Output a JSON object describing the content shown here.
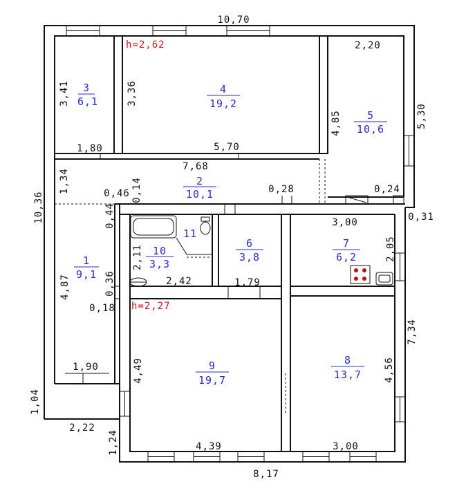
{
  "heights": {
    "upper": "h=2,62",
    "lower": "h=2,27"
  },
  "rooms": [
    {
      "num": "1",
      "area": "9,1"
    },
    {
      "num": "2",
      "area": "10,1"
    },
    {
      "num": "3",
      "area": "6,1"
    },
    {
      "num": "4",
      "area": "19,2"
    },
    {
      "num": "5",
      "area": "10,6"
    },
    {
      "num": "6",
      "area": "3,8"
    },
    {
      "num": "7",
      "area": "6,2"
    },
    {
      "num": "8",
      "area": "13,7"
    },
    {
      "num": "9",
      "area": "19,7"
    },
    {
      "num": "10",
      "area": "3,3"
    },
    {
      "num": "11",
      "area": ""
    }
  ],
  "dims": {
    "top_total": "10,70",
    "r5_width": "2,20",
    "r3_height": "3,41",
    "r4_left": "3,36",
    "r5_left": "4,85",
    "r5_right": "5,30",
    "r3_width": "1,80",
    "r4_width": "5,70",
    "corridor_len": "7,68",
    "corridor_h": "1,34",
    "d_046": "0,46",
    "d_014": "0,14",
    "d_044": "0,44",
    "d_028": "0,28",
    "d_024": "0,24",
    "d_031": "0,31",
    "left_total": "10,36",
    "r7_width": "3,00",
    "r7_height": "2,05",
    "r10_height": "2,11",
    "d_036": "0,36",
    "d_018": "0,18",
    "r10_width": "2,42",
    "r6_width": "1,79",
    "r1_height": "4,87",
    "right_lower": "7,34",
    "r1_width": "1,90",
    "r9_height": "4,49",
    "r8_height": "4,56",
    "porch_h": "1,04",
    "porch_w": "2,22",
    "left_bottom": "1,24",
    "r9_width": "4,39",
    "r8_width": "3,00",
    "bottom_total": "8,17"
  }
}
